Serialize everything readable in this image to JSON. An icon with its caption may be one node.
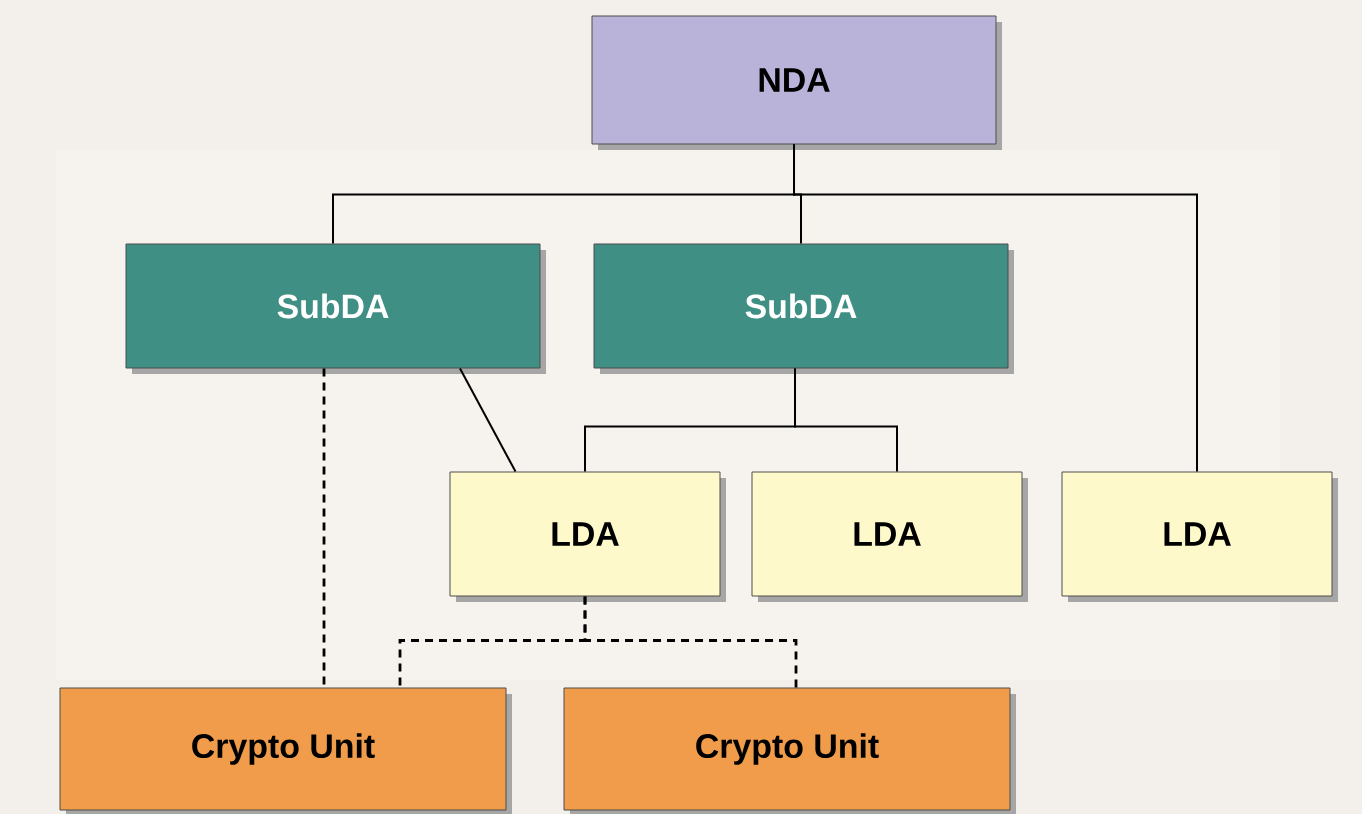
{
  "diagram": {
    "nodes": [
      {
        "text": [
          "NDA"
        ]
      },
      {
        "text": [
          "SubDA"
        ]
      },
      {
        "text": [
          "SubDA"
        ]
      },
      {
        "text": [
          "LDA"
        ]
      },
      {
        "text": [
          "LDA"
        ]
      },
      {
        "text": [
          "LDA"
        ]
      },
      {
        "text": [
          "Crypto Unit"
        ]
      },
      {
        "text": [
          "Crypto Unit"
        ]
      }
    ],
    "edges": [
      {
        "from": 0,
        "to": 1,
        "arrow": "none"
      },
      {
        "from": 0,
        "to": 2,
        "arrow": "none"
      },
      {
        "from": 0,
        "to": 5,
        "arrow": "none"
      },
      {
        "from": 2,
        "to": 3,
        "arrow": "none"
      },
      {
        "from": 2,
        "to": 4,
        "arrow": "none"
      },
      {
        "from": 1,
        "to": 3,
        "arrow": "none"
      },
      {
        "from": 1,
        "to": 6,
        "arrow": "none",
        "style": "dashed"
      },
      {
        "from": 3,
        "to": 6,
        "arrow": "none",
        "style": "dashed"
      },
      {
        "from": 3,
        "to": 7,
        "arrow": "none",
        "style": "dashed"
      }
    ]
  }
}
